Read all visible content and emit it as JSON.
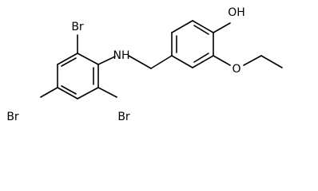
{
  "molecule": {
    "atom_labels": {
      "br_top": "Br",
      "br_left": "Br",
      "br_bottom": "Br",
      "nh": "NH",
      "oh": "OH",
      "o_ether": "O"
    },
    "colors": {
      "bond": "#000000",
      "label": "#000000",
      "background": "#ffffff"
    }
  }
}
